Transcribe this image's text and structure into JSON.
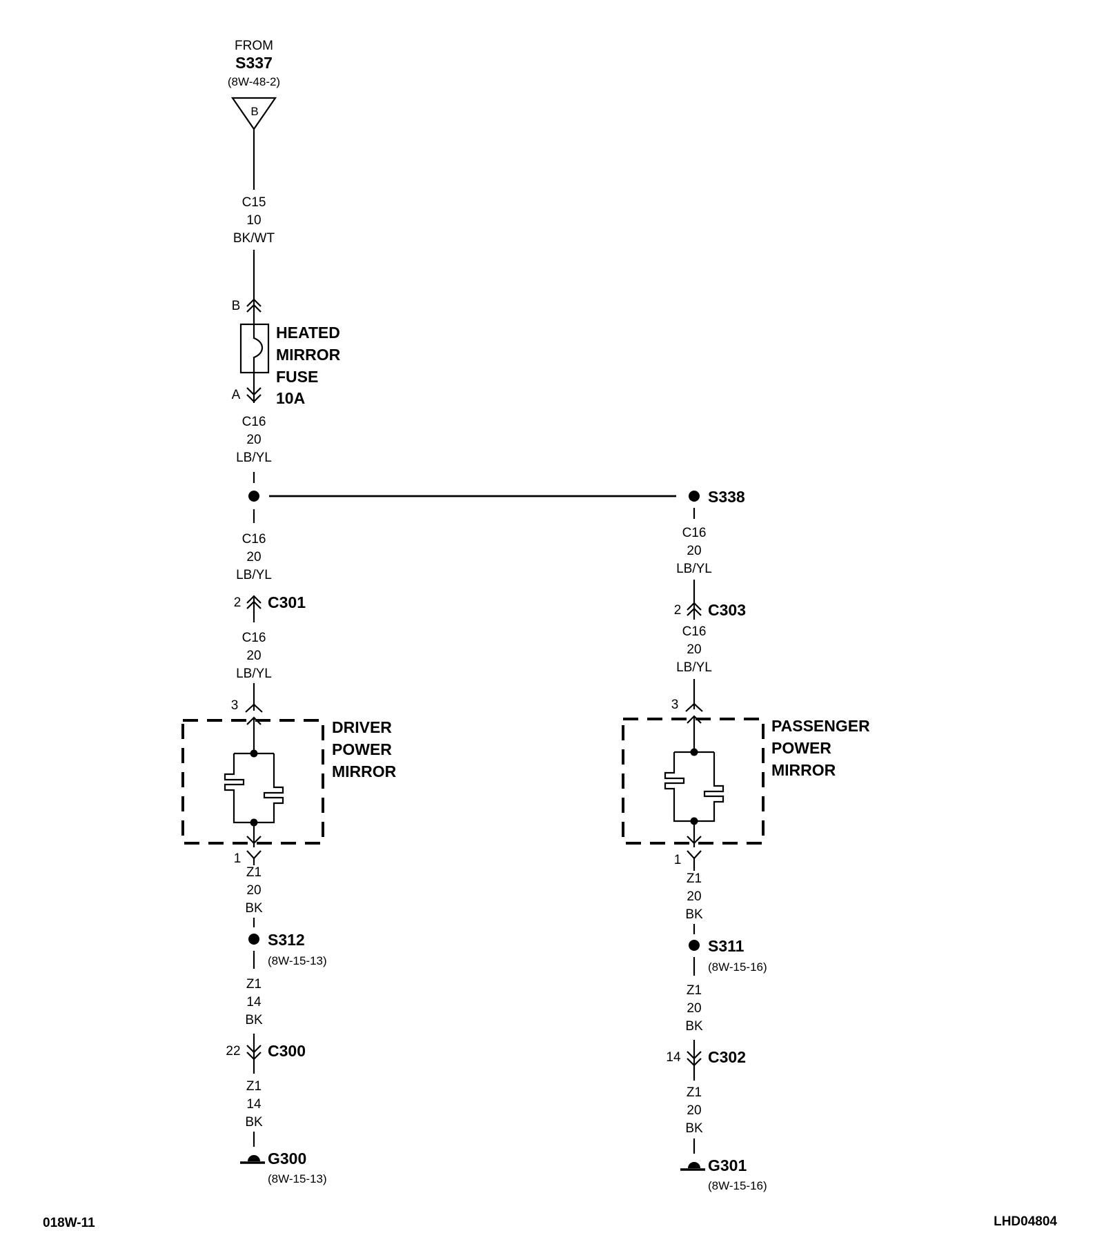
{
  "source": {
    "from": "FROM",
    "splice": "S337",
    "ref": "(8W-48-2)",
    "letter": "B"
  },
  "wires": {
    "c15_10": [
      "C15",
      "10",
      "BK/WT"
    ],
    "c16_a": [
      "C16",
      "20",
      "LB/YL"
    ],
    "c16_b": [
      "C16",
      "20",
      "LB/YL"
    ],
    "c16_c": [
      "C16",
      "20",
      "LB/YL"
    ],
    "c16_d": [
      "C16",
      "20",
      "LB/YL"
    ],
    "c16_e": [
      "C16",
      "20",
      "LB/YL"
    ],
    "z1_l1": [
      "Z1",
      "20",
      "BK"
    ],
    "z1_l2": [
      "Z1",
      "14",
      "BK"
    ],
    "z1_l3": [
      "Z1",
      "14",
      "BK"
    ],
    "z1_r1": [
      "Z1",
      "20",
      "BK"
    ],
    "z1_r2": [
      "Z1",
      "20",
      "BK"
    ],
    "z1_r3": [
      "Z1",
      "20",
      "BK"
    ]
  },
  "fuse": {
    "lines": [
      "HEATED",
      "MIRROR",
      "FUSE",
      "10A"
    ],
    "pin_top": "B",
    "pin_bottom": "A"
  },
  "splices": {
    "s338": {
      "name": "S338"
    },
    "s312": {
      "name": "S312",
      "ref": "(8W-15-13)"
    },
    "s311": {
      "name": "S311",
      "ref": "(8W-15-16)"
    }
  },
  "connectors": {
    "c301": {
      "name": "C301",
      "pin": "2"
    },
    "c303": {
      "name": "C303",
      "pin": "2"
    },
    "c300": {
      "name": "C300",
      "pin": "22"
    },
    "c302": {
      "name": "C302",
      "pin": "14"
    }
  },
  "components": {
    "driver": {
      "lines": [
        "DRIVER",
        "POWER",
        "MIRROR"
      ],
      "pin_top": "3",
      "pin_bottom": "1"
    },
    "passenger": {
      "lines": [
        "PASSENGER",
        "POWER",
        "MIRROR"
      ],
      "pin_top": "3",
      "pin_bottom": "1"
    }
  },
  "grounds": {
    "g300": {
      "name": "G300",
      "ref": "(8W-15-13)"
    },
    "g301": {
      "name": "G301",
      "ref": "(8W-15-16)"
    }
  },
  "footer": {
    "left": "018W-11",
    "right": "LHD04804"
  }
}
